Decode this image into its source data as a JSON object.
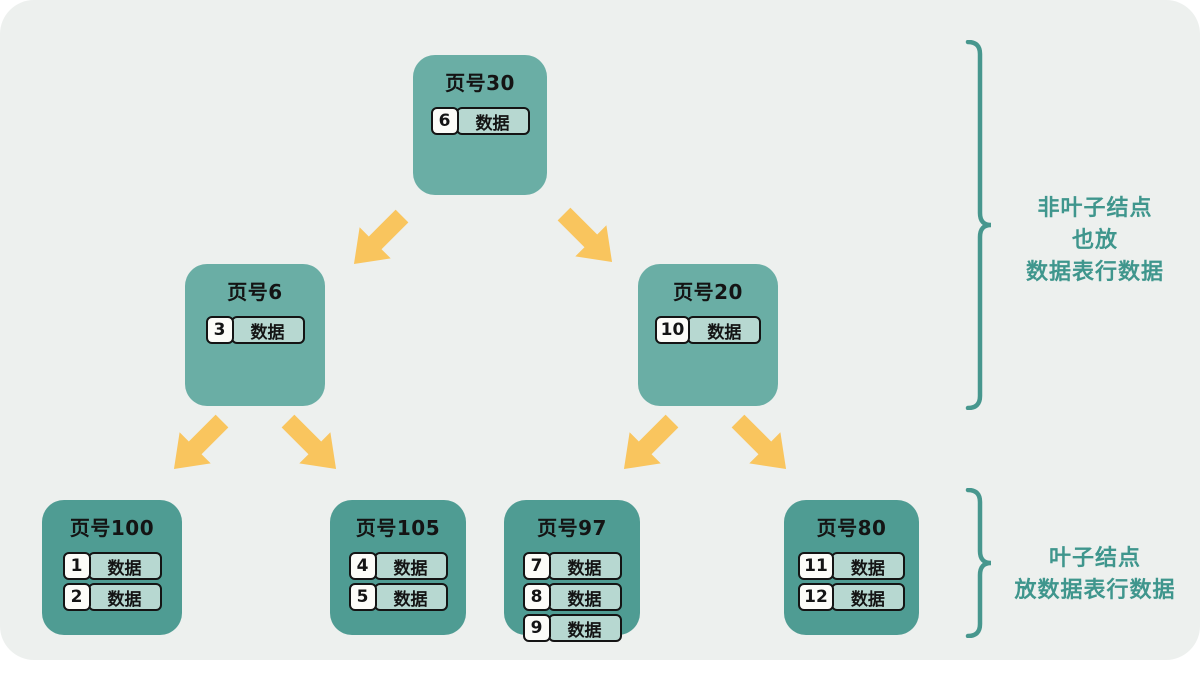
{
  "diagram": {
    "root": {
      "title": "页号30",
      "records": [
        {
          "key": "6",
          "value": "数据"
        }
      ]
    },
    "internal": [
      {
        "title": "页号6",
        "records": [
          {
            "key": "3",
            "value": "数据"
          }
        ]
      },
      {
        "title": "页号20",
        "records": [
          {
            "key": "10",
            "value": "数据"
          }
        ]
      }
    ],
    "leaves": [
      {
        "title": "页号100",
        "records": [
          {
            "key": "1",
            "value": "数据"
          },
          {
            "key": "2",
            "value": "数据"
          }
        ]
      },
      {
        "title": "页号105",
        "records": [
          {
            "key": "4",
            "value": "数据"
          },
          {
            "key": "5",
            "value": "数据"
          }
        ]
      },
      {
        "title": "页号97",
        "records": [
          {
            "key": "7",
            "value": "数据"
          },
          {
            "key": "8",
            "value": "数据"
          },
          {
            "key": "9",
            "value": "数据"
          }
        ]
      },
      {
        "title": "页号80",
        "records": [
          {
            "key": "11",
            "value": "数据"
          },
          {
            "key": "12",
            "value": "数据"
          }
        ]
      }
    ],
    "annotations": {
      "non_leaf_line1": "非叶子结点",
      "non_leaf_line2": "也放",
      "non_leaf_line3": "数据表行数据",
      "leaf_line1": "叶子结点",
      "leaf_line2": "放数据表行数据"
    },
    "colors": {
      "background": "#edf0ee",
      "internal_node": "#6aaea5",
      "leaf_node": "#4f9c93",
      "record_key_bg": "#fcfcf8",
      "record_value_bg": "#b7d8d1",
      "arrow": "#f9c55e",
      "brace": "#47978e",
      "annotation_text": "#3f968d"
    }
  }
}
